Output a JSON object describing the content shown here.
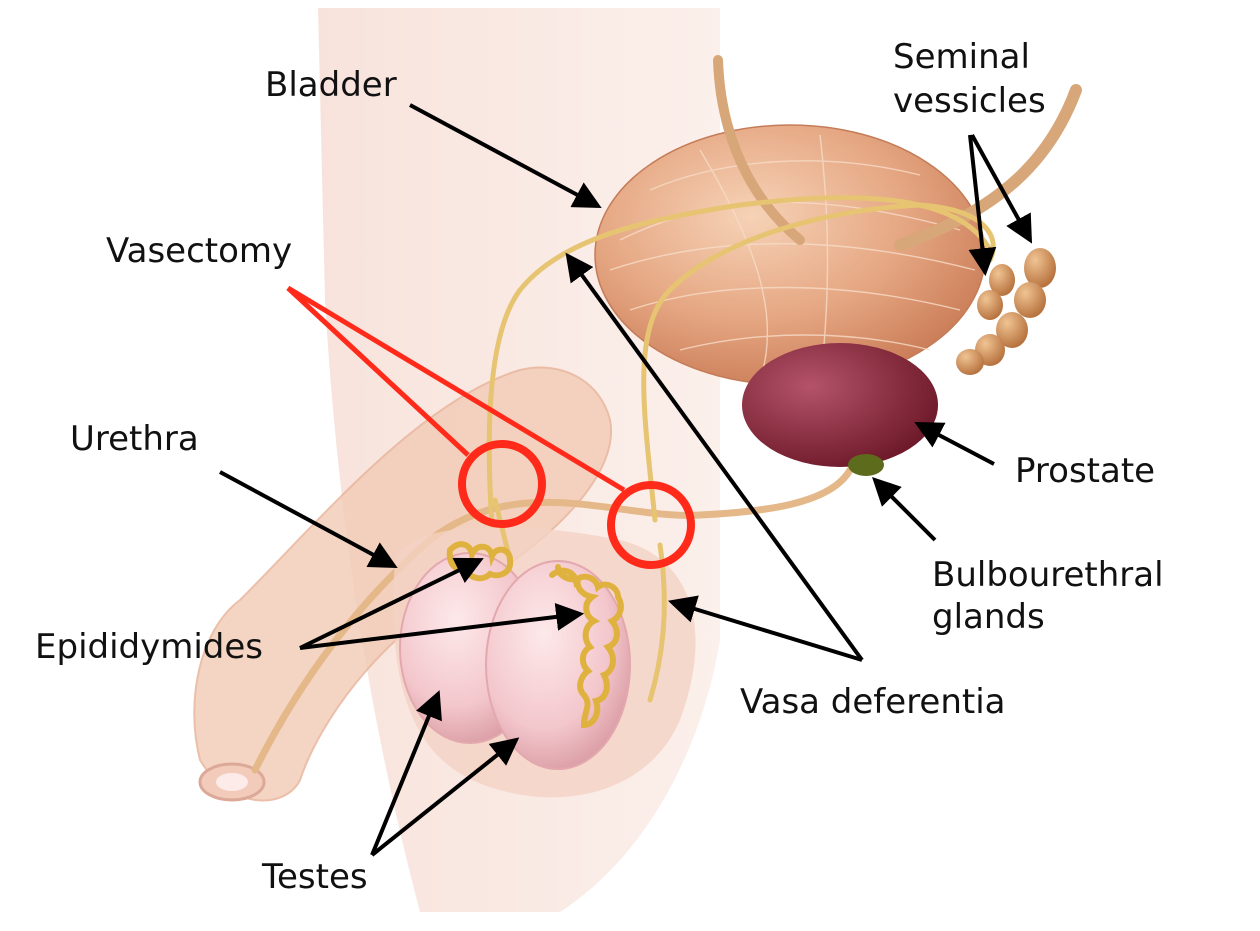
{
  "labels": {
    "bladder": "Bladder",
    "seminal_vessicles_line1": "Seminal",
    "seminal_vessicles_line2": "vessicles",
    "vasectomy": "Vasectomy",
    "urethra": "Urethra",
    "prostate": "Prostate",
    "bulbourethral_line1": "Bulbourethral",
    "bulbourethral_line2": "glands",
    "epididymides": "Epididymides",
    "vasa_deferentia": "Vasa deferentia",
    "testes": "Testes"
  },
  "colors": {
    "label_text": "#111111",
    "pointer": "#000000",
    "vasectomy_marker": "#ff2a1a",
    "skin": "#f6d9c8",
    "bladder": "#e3a27e",
    "prostate": "#8e2a38",
    "bulbourethral": "#5d6b1c",
    "vas_deferens": "#e8c877",
    "epididymis": "#e2b94a",
    "testis": "#f2c6cb",
    "seminal_vesicle": "#d9985a"
  }
}
